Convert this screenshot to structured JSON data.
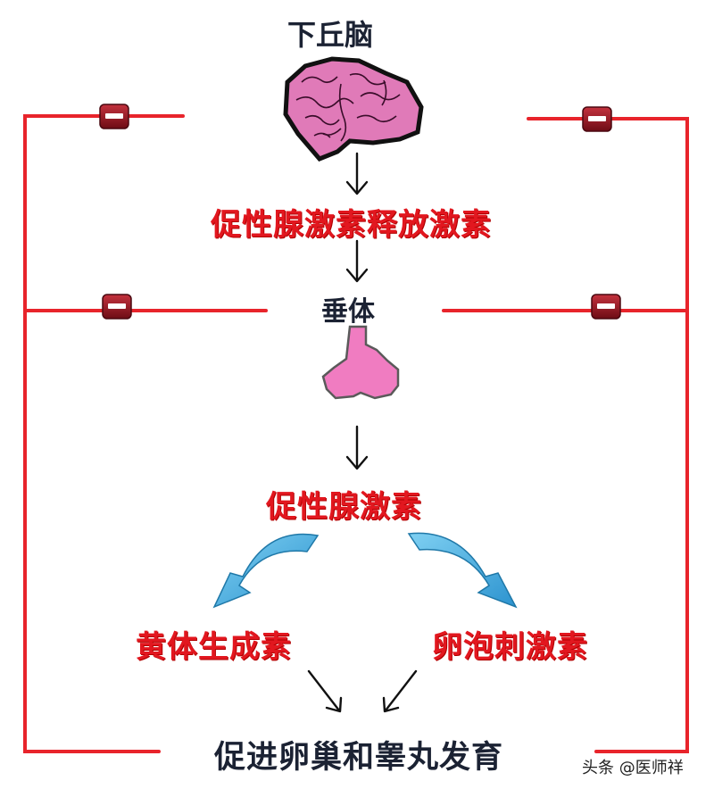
{
  "nodes": {
    "hypothalamus": "下丘脑",
    "gnrh": "促性腺激素释放激素",
    "pituitary": "垂体",
    "gonadotropin": "促性腺激素",
    "lh": "黄体生成素",
    "fsh": "卵泡刺激素",
    "result": "促进卵巢和睾丸发育"
  },
  "feedback_sign": "−",
  "watermark": "头条 @医师祥",
  "colors": {
    "red_line": "#e8242b",
    "red_text": "#e2171f",
    "dark_text": "#1b2233",
    "brain_pink": "#e07ab8",
    "pituitary_pink": "#f07cc1",
    "blue_arrow": "#35a6d9",
    "minus_badge": "#8a1220"
  }
}
